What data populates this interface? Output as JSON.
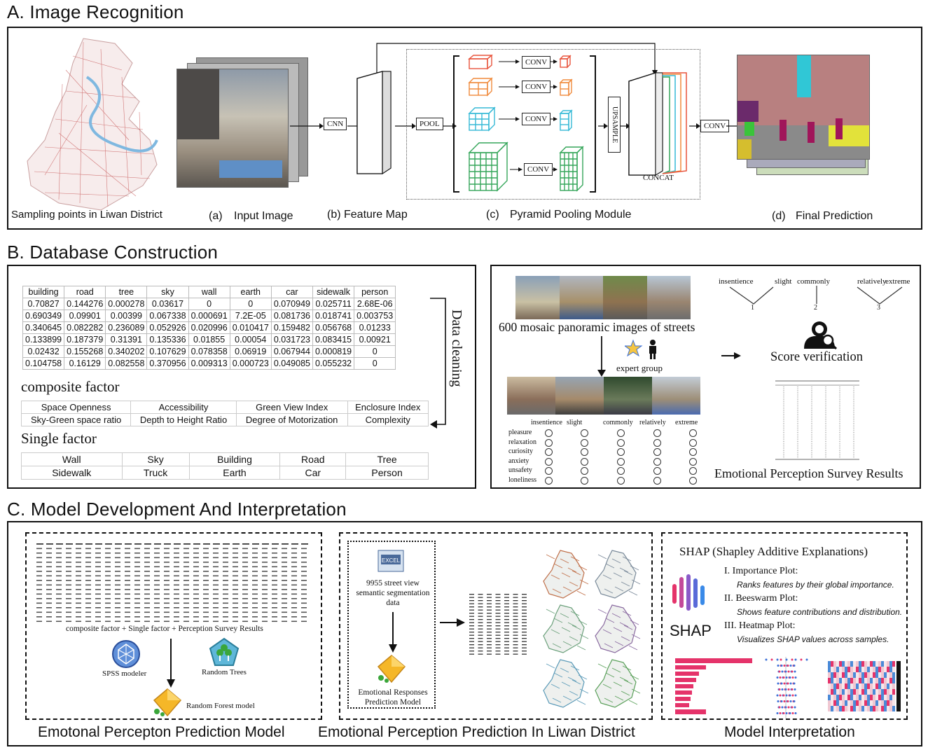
{
  "sectionA": {
    "title": "A. Image Recognition",
    "map_caption": "Sampling points in Liwan District",
    "captions": [
      "(a)",
      "Input Image",
      "(b) Feature Map",
      "(c)",
      "Pyramid Pooling Module",
      "(d)",
      "Final Prediction"
    ],
    "blocks": {
      "cnn": "CNN",
      "pool": "POOL",
      "conv": "CONV",
      "upsample": "UPSAMPLE",
      "concat": "CONCAT"
    }
  },
  "sectionB": {
    "title": "B. Database Construction",
    "table_headers": [
      "building",
      "road",
      "tree",
      "sky",
      "wall",
      "earth",
      "car",
      "sidewalk",
      "person"
    ],
    "table_rows": [
      [
        "0.70827",
        "0.144276",
        "0.000278",
        "0.03617",
        "0",
        "0",
        "0.070949",
        "0.025711",
        "2.68E-06"
      ],
      [
        "0.690349",
        "0.09901",
        "0.00399",
        "0.067338",
        "0.000691",
        "7.2E-05",
        "0.081736",
        "0.018741",
        "0.003753"
      ],
      [
        "0.340645",
        "0.082282",
        "0.236089",
        "0.052926",
        "0.020996",
        "0.010417",
        "0.159482",
        "0.056768",
        "0.01233"
      ],
      [
        "0.133899",
        "0.187379",
        "0.31391",
        "0.135336",
        "0.01855",
        "0.00054",
        "0.031723",
        "0.083415",
        "0.00921"
      ],
      [
        "0.02432",
        "0.155268",
        "0.340202",
        "0.107629",
        "0.078358",
        "0.06919",
        "0.067944",
        "0.000819",
        "0"
      ],
      [
        "0.104758",
        "0.16129",
        "0.082558",
        "0.370956",
        "0.009313",
        "0.000723",
        "0.049085",
        "0.055232",
        "0"
      ]
    ],
    "data_cleaning": "Data cleaning",
    "composite_title": "composite factor",
    "composite_rows": [
      [
        "Space Openness",
        "Accessibility",
        "Green View Index",
        "Enclosure Index"
      ],
      [
        "Sky-Green space ratio",
        "Depth to Height Ratio",
        "Degree of Motorization",
        "Complexity"
      ]
    ],
    "single_title": "Single factor",
    "single_rows": [
      [
        "Wall",
        "Sky",
        "Building",
        "Road",
        "Tree"
      ],
      [
        "Sidewalk",
        "Truck",
        "Earth",
        "Car",
        "Person"
      ]
    ],
    "survey": {
      "scale_labels": [
        "insentience",
        "slight",
        "commonly",
        "relatively",
        "extreme"
      ],
      "scale_numbers": [
        "1",
        "2",
        "3"
      ],
      "mosaic_caption": "600 mosaic panoramic images of streets",
      "expert": "expert group",
      "score": "Score verification",
      "emotions": [
        "pleasure",
        "relaxation",
        "curiosity",
        "anxiety",
        "unsafety",
        "loneliness"
      ],
      "results": "Emotional Perception Survey Results"
    }
  },
  "sectionC": {
    "title": "C. Model Development And Interpretation",
    "left_formula": "composite factor + Single factor + Perception Survey Results",
    "spss": "SPSS modeler",
    "random_trees": "Random Trees",
    "rf": "Random Forest model",
    "left_caption": "Emotonal Percepton Prediction Model",
    "excel": "EXCEL",
    "data_desc": "9955 street view semantic segmentation data",
    "erp_model": "Emotional Responses Prediction Model",
    "mid_caption": "Emotional Perception Prediction In Liwan District",
    "shap_title": "SHAP (Shapley Additive Explanations)",
    "shap_items": [
      {
        "num": "I.",
        "title": "Importance Plot:",
        "desc": "Ranks features by their global importance."
      },
      {
        "num": "II.",
        "title": "Beeswarm Plot:",
        "desc": "Shows feature contributions and distribution."
      },
      {
        "num": "III.",
        "title": "Heatmap Plot:",
        "desc": "Visualizes SHAP values across samples."
      }
    ],
    "shap_logo": "SHAP",
    "right_caption": "Model Interpretation"
  },
  "colors": {
    "cube_red": "#e8533b",
    "cube_orange": "#f08a3c",
    "cube_cyan": "#35b9d6",
    "cube_green": "#35a65a",
    "shap_pink": "#e5336a",
    "shap_blue": "#3a6fd8"
  }
}
